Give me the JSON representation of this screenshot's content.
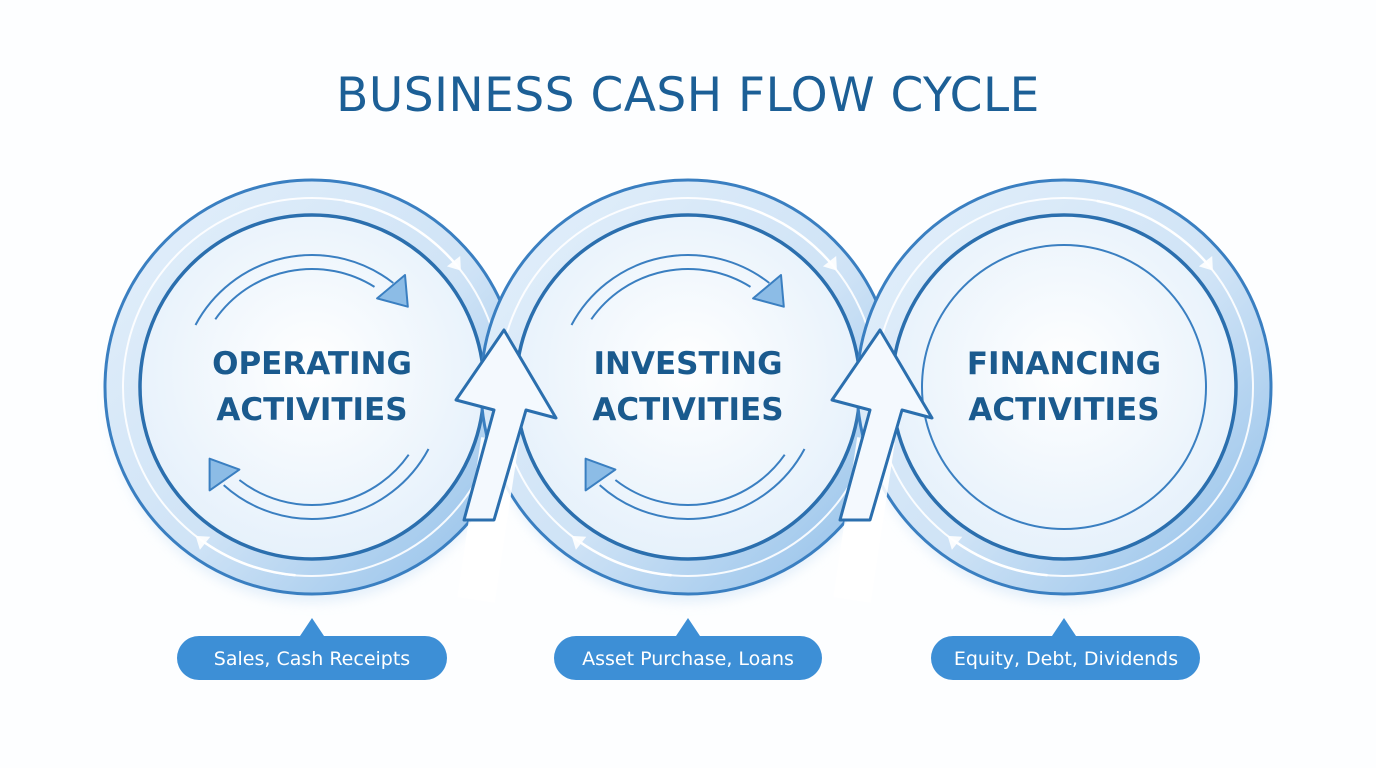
{
  "title": "BUSINESS CASH FLOW CYCLE",
  "colors": {
    "title": "#1c5f96",
    "ring_stroke": "#3a7fc1",
    "ring_fill": "#c9e0f5",
    "inner_fill": "#f4f9fe",
    "label": "#1a5a8e",
    "pill": "#3d8fd6",
    "pill_text": "#ffffff"
  },
  "stages": [
    {
      "id": "operating",
      "line1": "OPERATING",
      "line2": "ACTIVITIES",
      "detail": "Sales, Cash Receipts",
      "inner_cycle_arrows": true
    },
    {
      "id": "investing",
      "line1": "INVESTING",
      "line2": "ACTIVITIES",
      "detail": "Asset Purchase, Loans",
      "inner_cycle_arrows": true
    },
    {
      "id": "financing",
      "line1": "FINANCING",
      "line2": "ACTIVITIES",
      "detail": "Equity, Debt, Dividends",
      "inner_cycle_arrows": false
    }
  ],
  "connectors": [
    {
      "from": "operating",
      "to": "investing",
      "icon": "up-arrow-icon"
    },
    {
      "from": "investing",
      "to": "financing",
      "icon": "up-arrow-icon"
    }
  ]
}
